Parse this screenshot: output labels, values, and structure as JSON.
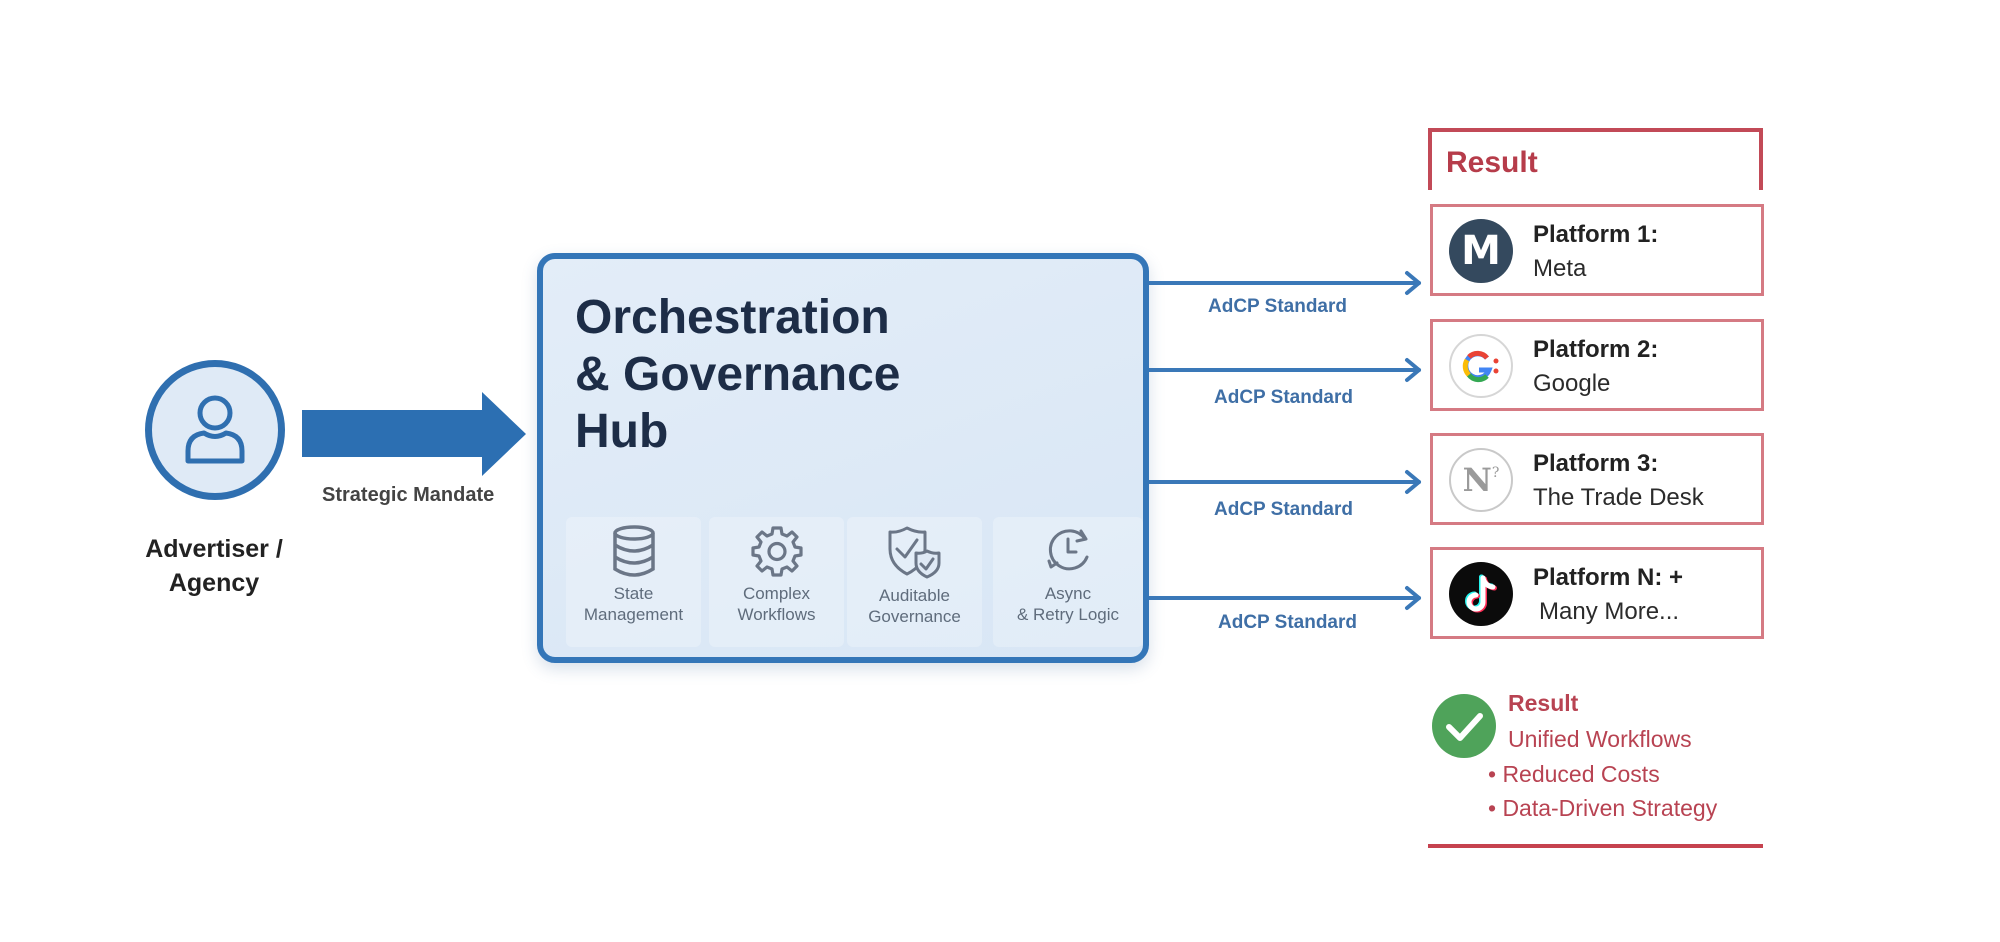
{
  "actor": {
    "icon": "person-icon",
    "label_line1": "Advertiser /",
    "label_line2": "Agency"
  },
  "mandate_label": "Strategic Mandate",
  "hub": {
    "title_lines": [
      "Orchestration",
      "& Governance",
      "Hub"
    ],
    "features": [
      {
        "icon": "database-icon",
        "line1": "State",
        "line2": "Management"
      },
      {
        "icon": "gear-icon",
        "line1": "Complex",
        "line2": "Workflows"
      },
      {
        "icon": "shield-check-icon",
        "line1": "Auditable",
        "line2": "Governance"
      },
      {
        "icon": "clock-refresh-icon",
        "line1": "Async",
        "line2": "& Retry Logic"
      }
    ]
  },
  "connections": [
    {
      "label": "AdCP Standard"
    },
    {
      "label": "AdCP Standard"
    },
    {
      "label": "AdCP Standard"
    },
    {
      "label": "AdCP Standard"
    }
  ],
  "result_header": "Result",
  "platforms": [
    {
      "title": "Platform 1:",
      "name": "Meta",
      "logo": "meta-m-logo"
    },
    {
      "title": "Platform 2:",
      "name": "Google",
      "logo": "google-g-logo"
    },
    {
      "title": "Platform 3:",
      "name": "The Trade Desk",
      "logo": "trade-desk-logo"
    },
    {
      "title": "Platform N: +",
      "name": "Many More...",
      "logo": "tiktok-logo"
    }
  ],
  "result_summary": {
    "title": "Result",
    "items": [
      "Unified Workflows",
      "• Reduced Costs",
      "• Data-Driven Strategy"
    ]
  },
  "colors": {
    "primary_blue": "#3476b8",
    "result_red": "#b63c4a",
    "success_green": "#4fa35a"
  }
}
